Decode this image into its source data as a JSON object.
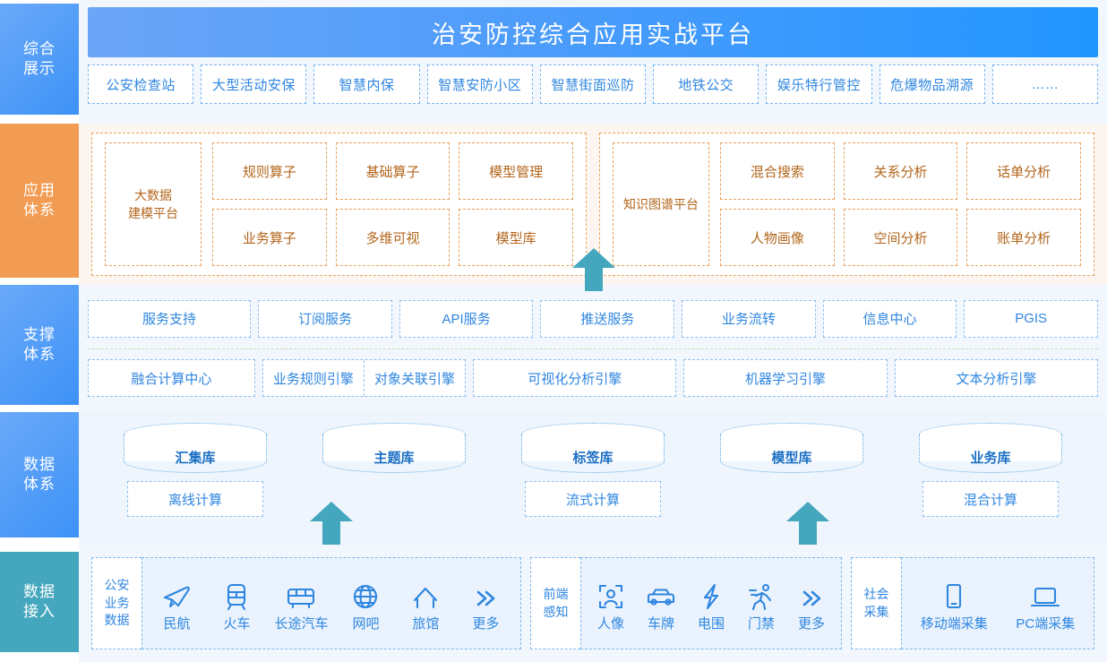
{
  "banner": {
    "title": "治安防控综合应用实战平台"
  },
  "sidebar": {
    "items": [
      {
        "name": "comprehensive-display",
        "line1": "综合",
        "line2": "展示",
        "color": "#4c9cfb"
      },
      {
        "name": "application-system",
        "line1": "应用",
        "line2": "体系",
        "color": "#f29b52"
      },
      {
        "name": "support-system",
        "line1": "支撑",
        "line2": "体系",
        "color": "#4c9cfb"
      },
      {
        "name": "data-system",
        "line1": "数据",
        "line2": "体系",
        "color": "#4c9cfb"
      },
      {
        "name": "data-access",
        "line1": "数据",
        "line2": "接入",
        "color": "#45a7bd"
      }
    ]
  },
  "display": {
    "tiles": [
      "公安检查站",
      "大型活动安保",
      "智慧内保",
      "智慧安防小区",
      "智慧街面巡防",
      "地铁公交",
      "娱乐特行管控",
      "危爆物品溯源",
      "……"
    ]
  },
  "application": {
    "groups": [
      {
        "main": "大数据\n建模平台",
        "main_line1": "大数据",
        "main_line2": "建模平台",
        "cells": [
          "规则算子",
          "基础算子",
          "模型管理",
          "业务算子",
          "多维可视",
          "模型库"
        ]
      },
      {
        "main": "知识图谱平台",
        "main_line1": "知识图谱平台",
        "main_line2": "",
        "cells": [
          "混合搜索",
          "关系分析",
          "话单分析",
          "人物画像",
          "空间分析",
          "账单分析"
        ]
      }
    ]
  },
  "support": {
    "row1": [
      "服务支持",
      "订阅服务",
      "API服务",
      "推送服务",
      "业务流转",
      "信息中心",
      "PGIS"
    ],
    "row2_first": "融合计算中心",
    "row2_pair": [
      "业务规则引擎",
      "对象关联引擎"
    ],
    "row2_rest": [
      "可视化分析引擎",
      "机器学习引擎",
      "文本分析引擎"
    ]
  },
  "data_system": {
    "columns": [
      {
        "db": "汇集库",
        "calc": "离线计算"
      },
      {
        "db": "主题库",
        "calc": ""
      },
      {
        "db": "标签库",
        "calc": "流式计算"
      },
      {
        "db": "模型库",
        "calc": ""
      },
      {
        "db": "业务库",
        "calc": "混合计算"
      }
    ]
  },
  "data_access": {
    "groups": [
      {
        "label_line1": "公安",
        "label_line2": "业务",
        "label_line3": "数据",
        "items": [
          {
            "icon": "airplane-icon",
            "caption": "民航"
          },
          {
            "icon": "train-icon",
            "caption": "火车"
          },
          {
            "icon": "bus-icon",
            "caption": "长途汽车"
          },
          {
            "icon": "globe-icon",
            "caption": "网吧"
          },
          {
            "icon": "house-icon",
            "caption": "旅馆"
          },
          {
            "icon": "more-icon",
            "caption": "更多"
          }
        ]
      },
      {
        "label_line1": "前端",
        "label_line2": "感知",
        "label_line3": "",
        "items": [
          {
            "icon": "face-scan-icon",
            "caption": "人像"
          },
          {
            "icon": "car-icon",
            "caption": "车牌"
          },
          {
            "icon": "bolt-icon",
            "caption": "电围"
          },
          {
            "icon": "running-icon",
            "caption": "门禁"
          },
          {
            "icon": "more-icon",
            "caption": "更多"
          }
        ]
      },
      {
        "label_line1": "社会",
        "label_line2": "采集",
        "label_line3": "",
        "items": [
          {
            "icon": "mobile-icon",
            "caption": "移动端采集"
          },
          {
            "icon": "laptop-icon",
            "caption": "PC端采集"
          }
        ]
      }
    ]
  },
  "arrows": {
    "color": "#45a7bd",
    "count": 3
  }
}
